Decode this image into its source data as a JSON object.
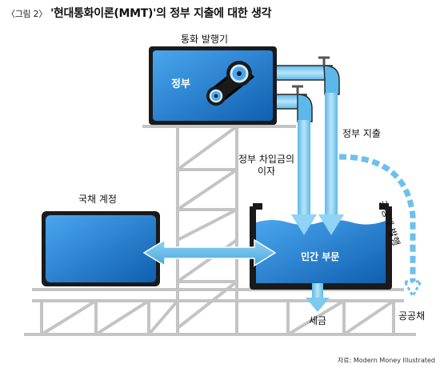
{
  "figure": {
    "prefix": "〈그림 2〉",
    "title": "'현대통화이론(MMT)'의 정부 지출에 대한 생각"
  },
  "labels": {
    "currency_issue": "통화 발행기",
    "government": "정부",
    "gov_spending": "정부 지출",
    "gov_borrowing_interest_line1": "정부 차입금의",
    "gov_borrowing_interest_line2": "이자",
    "public_bond_issue": "공공채 발행",
    "treasury_account": "국채 계정",
    "private_sector": "민간 부문",
    "tax": "세금",
    "public_bonds": "공공채"
  },
  "source": "자료: Modern Money Illustrated",
  "colors": {
    "tank_blue": "#1673c9",
    "tank_light": "#4aa6ee",
    "pipe_light": "#8fd0f2",
    "pipe_dark": "#4cb0e6",
    "scaffold": "#c4c4c4",
    "tank_border": "#2b2b2b"
  }
}
